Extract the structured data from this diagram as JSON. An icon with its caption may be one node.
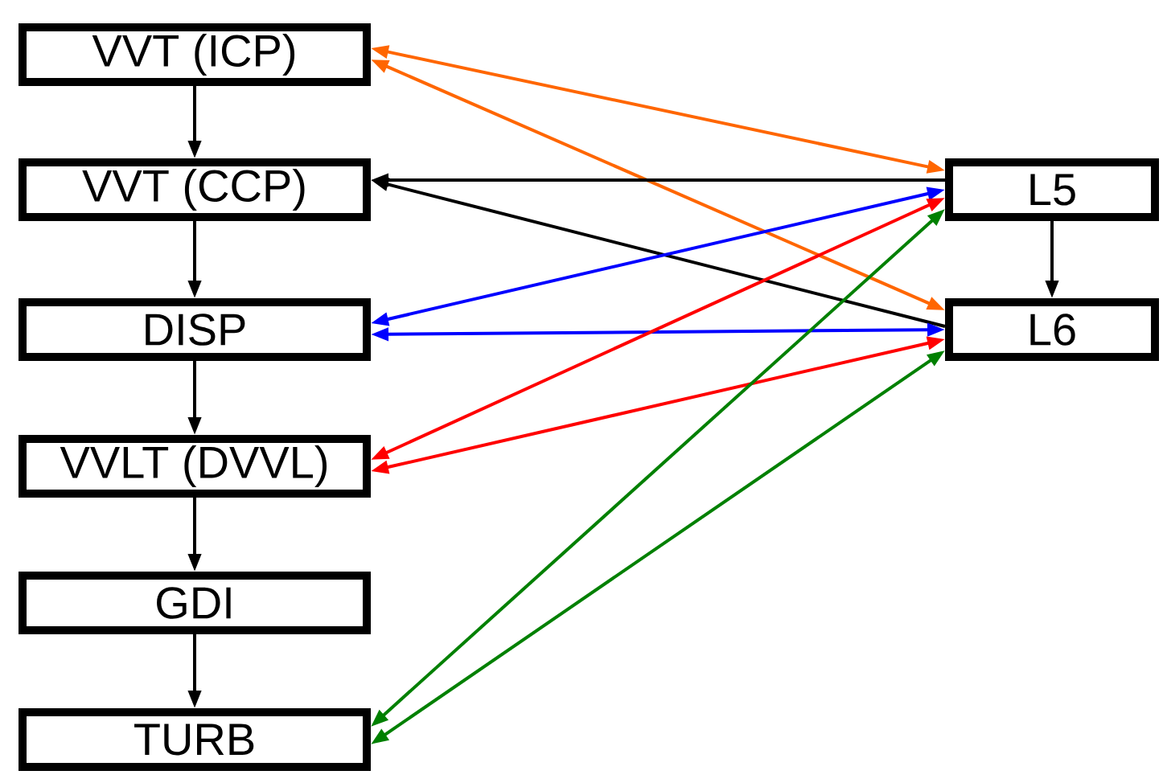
{
  "diagram": {
    "nodes": [
      {
        "text": [
          "VVT (ICP)"
        ]
      },
      {
        "text": [
          "VVT (CCP)"
        ]
      },
      {
        "text": [
          "DISP"
        ]
      },
      {
        "text": [
          "VVLT (DVVL)"
        ]
      },
      {
        "text": [
          "GDI"
        ]
      },
      {
        "text": [
          "TURB"
        ]
      },
      {
        "text": [
          "L5"
        ]
      },
      {
        "text": [
          "L6"
        ]
      }
    ],
    "edges": [
      {
        "from": 0,
        "to": 1,
        "arrow": "to"
      },
      {
        "from": 1,
        "to": 2,
        "arrow": "to"
      },
      {
        "from": 2,
        "to": 3,
        "arrow": "to"
      },
      {
        "from": 3,
        "to": 4,
        "arrow": "to"
      },
      {
        "from": 4,
        "to": 5,
        "arrow": "to"
      },
      {
        "from": 6,
        "to": 7,
        "arrow": "to"
      },
      {
        "from": 0,
        "to": 6,
        "arrow": "both",
        "color": "#ff6600"
      },
      {
        "from": 0,
        "to": 7,
        "arrow": "both",
        "color": "#ff6600"
      },
      {
        "from": 6,
        "to": 1,
        "arrow": "to"
      },
      {
        "from": 7,
        "to": 1,
        "arrow": "to"
      },
      {
        "from": 2,
        "to": 6,
        "arrow": "both",
        "color": "#0000ff"
      },
      {
        "from": 2,
        "to": 7,
        "arrow": "both",
        "color": "#0000ff"
      },
      {
        "from": 3,
        "to": 6,
        "arrow": "both",
        "color": "#ff0000"
      },
      {
        "from": 3,
        "to": 7,
        "arrow": "both",
        "color": "#ff0000"
      },
      {
        "from": 5,
        "to": 6,
        "arrow": "both",
        "color": "#008000"
      },
      {
        "from": 5,
        "to": 7,
        "arrow": "both",
        "color": "#008000"
      }
    ]
  }
}
